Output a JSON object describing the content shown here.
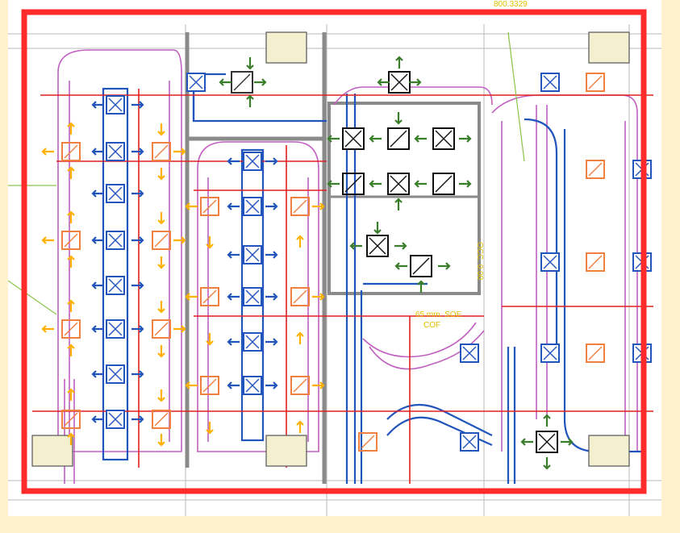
{
  "drawing": {
    "top_label": "800.3329",
    "side_label": "OCC. 0.00",
    "annotation_line1": "65 mm.  SOE",
    "annotation_line2": "COF"
  },
  "colors": {
    "background": "#fff2cc",
    "supply_duct": "#2255bb",
    "return_duct": "#c060c0",
    "pipe_red": "#e02020",
    "arrow_yellow": "#ffb000",
    "highlight_frame": "#ff2a2a",
    "grid_gray": "#a0a0a0"
  },
  "icons": {
    "diffuser": "square-x-diffuser-icon",
    "damper": "square-slash-damper-icon",
    "flow": "flow-arrow-icon"
  }
}
